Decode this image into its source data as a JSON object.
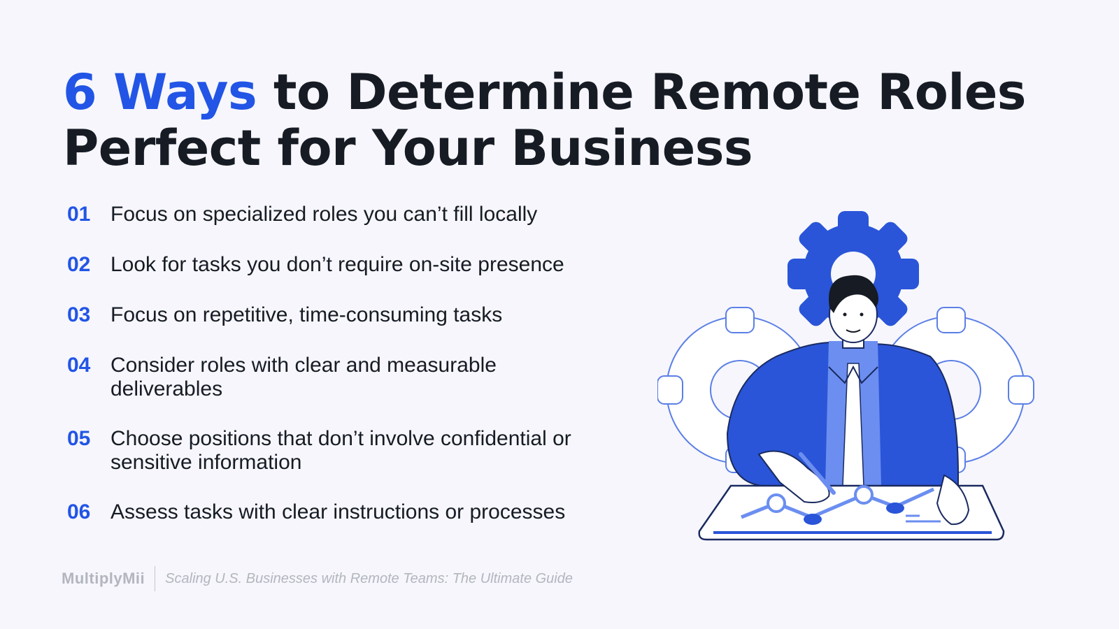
{
  "title": {
    "accent": "6 Ways",
    "line1_rest": " to Determine Remote Roles",
    "line2": "Perfect for Your Business"
  },
  "items": [
    {
      "num": "01",
      "text": "Focus on specialized roles you can’t fill locally"
    },
    {
      "num": "02",
      "text": "Look for tasks you don’t require on-site presence"
    },
    {
      "num": "03",
      "text": "Focus on repetitive, time-consuming tasks"
    },
    {
      "num": "04",
      "text": "Consider roles with clear and measurable deliverables"
    },
    {
      "num": "05",
      "text": "Choose positions that don’t involve confidential or sensitive information"
    },
    {
      "num": "06",
      "text": "Assess tasks with clear instructions or processes"
    }
  ],
  "footer": {
    "brand": "MultiplyMii",
    "guide": "Scaling U.S. Businesses with Remote Teams: The Ultimate Guide"
  },
  "colors": {
    "accent": "#2255e6",
    "text": "#161b24",
    "background": "#f6f6fc",
    "muted": "#b3b6bf"
  },
  "illustration": {
    "icon": "businessman-gears-chart-illustration"
  }
}
